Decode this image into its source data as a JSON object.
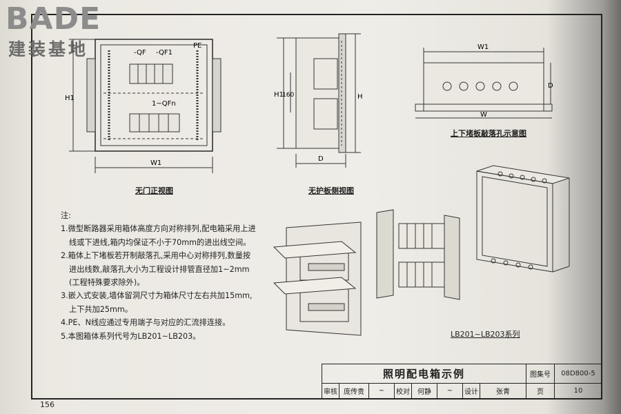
{
  "logo": {
    "brand": "BADE",
    "subtitle": "建装基地"
  },
  "front_view": {
    "caption": "无门正视图",
    "label_qf": "-QF",
    "label_qf1": "-QF1",
    "label_pe": "PE",
    "label_qfn": "1~QFn",
    "label_h1": "H1",
    "label_w1": "W1"
  },
  "side_view": {
    "caption": "无护板侧视图",
    "label_h1": "H1",
    "label_160": "160",
    "label_h": "H",
    "label_d": "D"
  },
  "top_view": {
    "caption": "上下堵板敲落孔示意图",
    "label_w1": "W1",
    "label_w": "W",
    "label_d": "D"
  },
  "notes": {
    "heading": "注:",
    "lines": [
      "1.微型断路器采用箱体高度方向对称排列,配电箱采用上进",
      "线或下进线,箱内均保证不小于70mm的进出线空间。",
      "2.箱体上下堵板若开制敲落孔,采用中心对称排列,数量按",
      "进出线数,敲落孔大小为工程设计排管直径加1~2mm",
      "(工程特殊要求除外)。",
      "3.嵌入式安装,墙体留洞尺寸为箱体尺寸左右共加15mm,",
      "上下共加25mm。",
      "4.PE、N线应通过专用端子与对应的汇流排连接。",
      "5.本图箱体系列代号为LB201~LB203。"
    ]
  },
  "series_caption": "LB201~LB203系列",
  "title_block": {
    "title": "照明配电箱示例",
    "atlas_label": "图集号",
    "atlas_no": "08D800-5",
    "review_label": "审核",
    "reviewer": "庞传贵",
    "check_label": "校对",
    "checker": "何静",
    "design_label": "设计",
    "designer": "张青",
    "page_label": "页",
    "page_no": "10"
  },
  "book_page_number": "156"
}
